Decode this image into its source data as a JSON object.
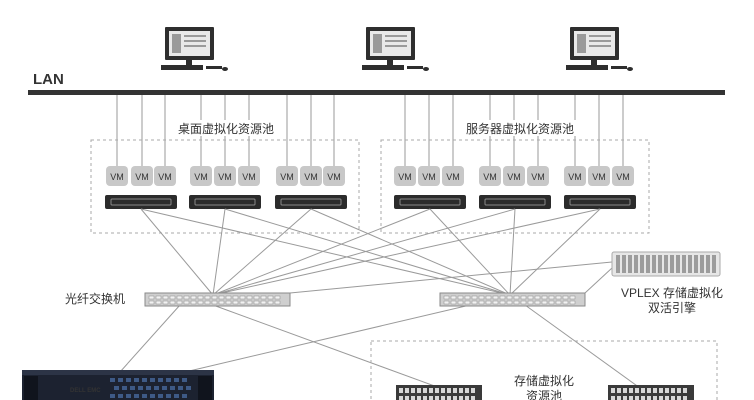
{
  "network": {
    "lan_label": "LAN"
  },
  "pools": {
    "desktop": {
      "label": "桌面虚拟化资源池"
    },
    "server": {
      "label": "服务器虚拟化资源池"
    },
    "vm_label": "VM"
  },
  "switch": {
    "label": "光纤交换机"
  },
  "vplex": {
    "line1": "VPLEX 存储虚拟化",
    "line2": "双活引擎"
  },
  "storage_pool": {
    "line1": "存储虚拟化",
    "line2": "资源池"
  },
  "array": {
    "brand": "DELL EMC"
  },
  "colors": {
    "line": "#9a9a9a",
    "lan": "#333333",
    "vm_fill": "#c8c8c8",
    "server_dark": "#2b2b2b",
    "switch_fill": "#cfcfcf",
    "array_body": "#1c2230"
  }
}
